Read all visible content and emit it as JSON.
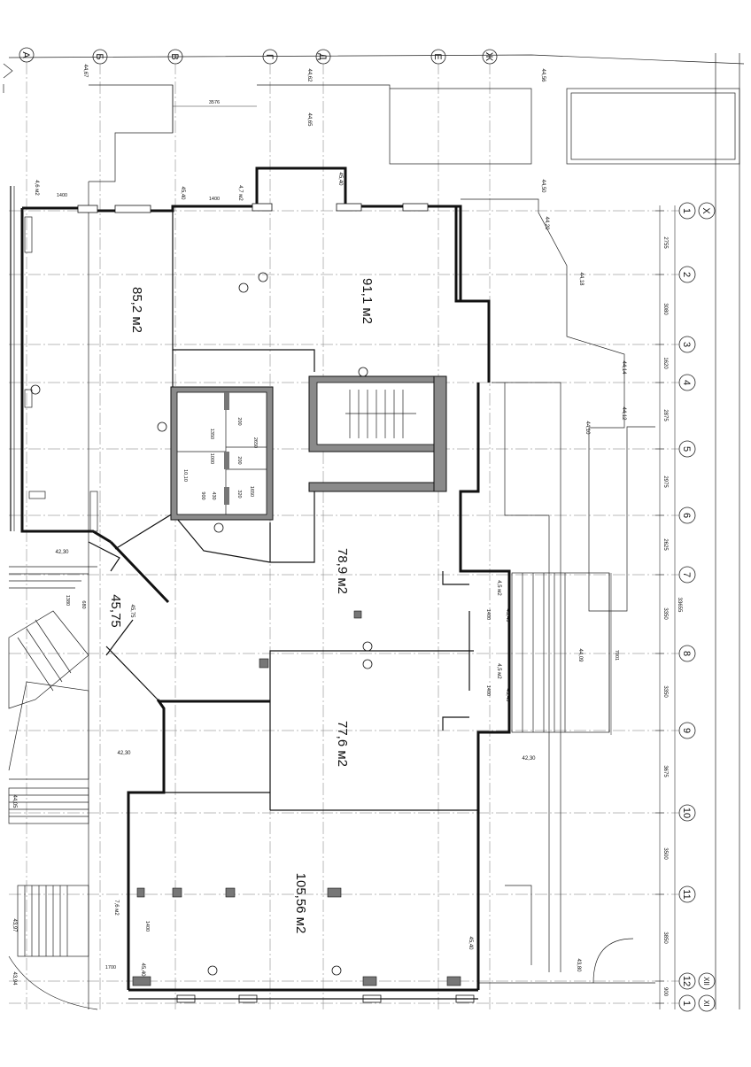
{
  "plan": {
    "axis_letters": [
      "А",
      "Б",
      "В",
      "Г",
      "Д",
      "Е",
      "Ж"
    ],
    "axis_numbers": [
      "1",
      "2",
      "3",
      "4",
      "5",
      "6",
      "7",
      "8",
      "9",
      "10",
      "11",
      "12",
      "1"
    ],
    "axis_roman_top": "X",
    "axis_roman_bottom": [
      "XII",
      "XI"
    ],
    "room_areas": [
      "85,2 м2",
      "91,1 м2",
      "78,9 м2",
      "77,6 м2",
      "105,56 м2",
      "45,75"
    ],
    "small_room_areas": [
      "4,6 м2",
      "4,7 м2",
      "4,5 м2",
      "4,5 м2",
      "7,6 м2"
    ],
    "elevation_marks": [
      "44,67",
      "44,62",
      "44,56",
      "44,65",
      "44,50",
      "44,20",
      "44,18",
      "44,14",
      "44,12",
      "44,10",
      "44,09",
      "45,40",
      "45,40",
      "45,40",
      "45,40",
      "45,40",
      "45,40",
      "45,75",
      "42,30",
      "42,30",
      "42,30",
      "44,05",
      "43,97",
      "43,94",
      "43,80"
    ],
    "axis_spacing_dims": [
      "2755",
      "3080",
      "1620",
      "2875",
      "2975",
      "2625",
      "3350",
      "3350",
      "3675",
      "3500",
      "3850",
      "900"
    ],
    "overall_dim": "33655",
    "misc_dims": [
      "3576",
      "1400",
      "1400",
      "1400",
      "1400",
      "1400",
      "1700",
      "7001",
      "1350",
      "1000",
      "200",
      "200",
      "2650",
      "1650",
      "320",
      "430",
      "900",
      "10,10",
      "1380",
      "680"
    ]
  }
}
